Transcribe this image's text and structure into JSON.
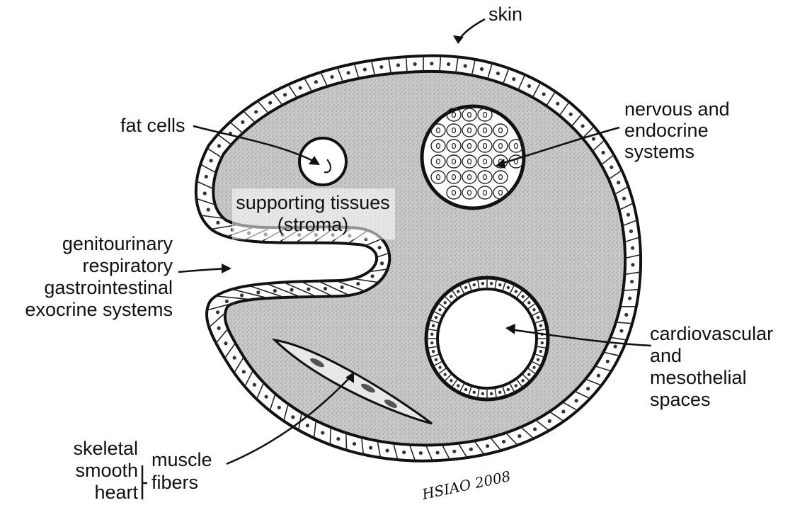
{
  "labels": {
    "skin": "skin",
    "fat_cells": "fat cells",
    "nervous_1": "nervous and",
    "nervous_2": "endocrine",
    "nervous_3": "systems",
    "stroma_1": "supporting tissues",
    "stroma_2": "(stroma)",
    "gi_1": "genitourinary",
    "gi_2": "respiratory",
    "gi_3": "gastrointestinal",
    "gi_4": "exocrine systems",
    "cardio_1": "cardiovascular",
    "cardio_2": "and",
    "cardio_3": "mesothelial",
    "cardio_4": "spaces",
    "muscle_type_1": "skeletal",
    "muscle_type_2": "smooth",
    "muscle_type_3": "heart",
    "muscle_1": "muscle",
    "muscle_2": "fibers"
  },
  "signature": "HSIAO 2008",
  "colors": {
    "tissue_fill": "#c8c8c8",
    "outline": "#1a1a1a",
    "cell_fill": "#ffffff",
    "cavity_fill": "#ffffff"
  }
}
